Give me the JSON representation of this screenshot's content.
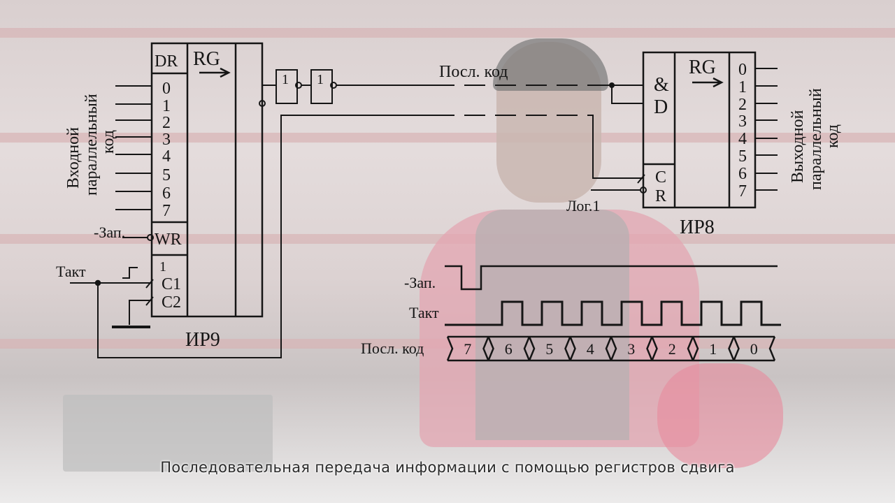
{
  "register_in": {
    "name": "ИР9",
    "header_dr": "DR",
    "header_rg": "RG",
    "inputs": [
      "0",
      "1",
      "2",
      "3",
      "4",
      "5",
      "6",
      "7"
    ],
    "wr": "WR",
    "clock_pins": [
      "1",
      "C1",
      "C2"
    ],
    "input_label_lines": [
      "Входной",
      "параллельный",
      "код"
    ],
    "write_label": "-Зап.",
    "clock_label": "Такт"
  },
  "inverters": [
    "1",
    "1"
  ],
  "serial_label": "Посл. код",
  "register_out": {
    "name": "ИР8",
    "header_and": "&",
    "header_d": "D",
    "header_rg": "RG",
    "c": "C",
    "r": "R",
    "outputs": [
      "0",
      "1",
      "2",
      "3",
      "4",
      "5",
      "6",
      "7"
    ],
    "logic_one_label": "Лог.1",
    "output_label_lines": [
      "Выходной",
      "параллельный",
      "код"
    ]
  },
  "timing": {
    "write_label": "-Зап.",
    "clock_label": "Такт",
    "serial_label": "Посл. код",
    "bits": [
      "7",
      "6",
      "5",
      "4",
      "3",
      "2",
      "1",
      "0"
    ]
  },
  "caption": "Последовательная передача информации с помощью регистров сдвига"
}
